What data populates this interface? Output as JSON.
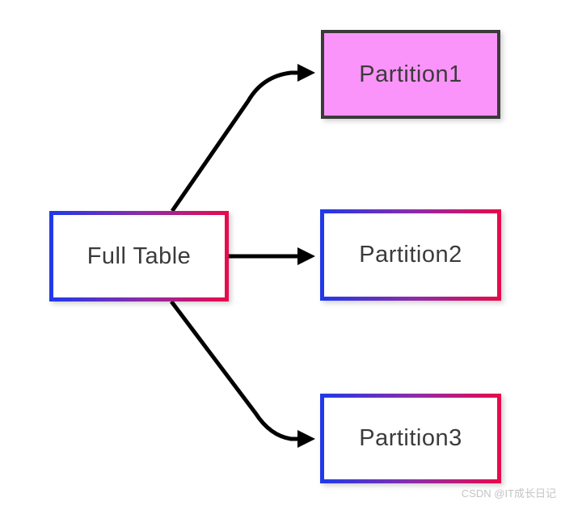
{
  "diagram": {
    "nodes": [
      {
        "id": "full-table",
        "label": "Full Table",
        "style": "gradient-border"
      },
      {
        "id": "partition1",
        "label": "Partition1",
        "style": "pink-highlight"
      },
      {
        "id": "partition2",
        "label": "Partition2",
        "style": "gradient-border"
      },
      {
        "id": "partition3",
        "label": "Partition3",
        "style": "gradient-border"
      }
    ],
    "edges": [
      {
        "from": "full-table",
        "to": "partition1"
      },
      {
        "from": "full-table",
        "to": "partition2"
      },
      {
        "from": "full-table",
        "to": "partition3"
      }
    ],
    "colors": {
      "gradient_start": "#2139e8",
      "gradient_mid": "#8d2bab",
      "gradient_end": "#e60a4e",
      "partition1_fill": "#fb94fa",
      "partition1_border": "#3a3a3a",
      "arrow": "#000000",
      "text": "#3b3b3b",
      "background": "#ffffff",
      "watermark": "#c4c4c4"
    }
  },
  "watermark": {
    "text": "CSDN @IT成长日记"
  }
}
